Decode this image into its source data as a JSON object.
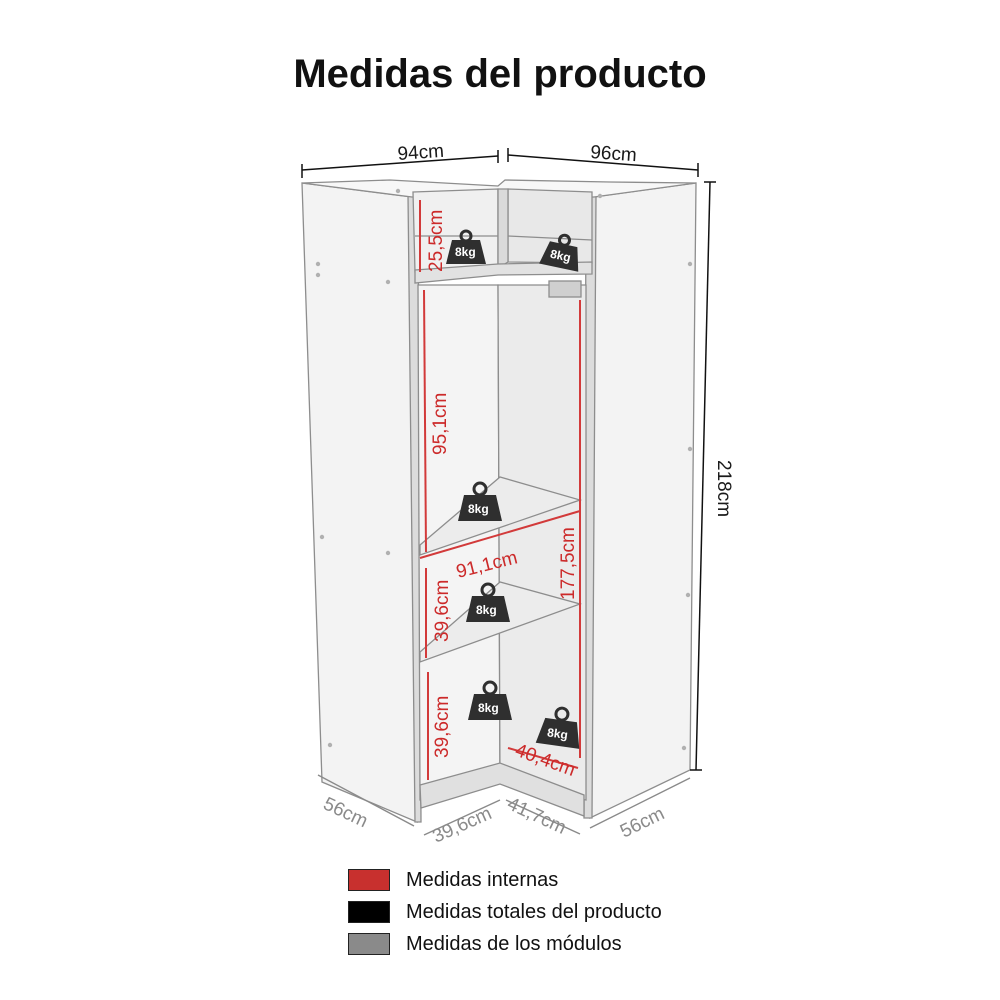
{
  "title": "Medidas del producto",
  "dimensions": {
    "top_left_width": "94cm",
    "top_right_width": "96cm",
    "total_height": "218cm",
    "bottom_left_depth": "56cm",
    "bottom_module_a": "39,6cm",
    "bottom_module_b": "41,7cm",
    "bottom_right_depth": "56cm"
  },
  "internal": {
    "top_left_niche": "25,5cm",
    "hanging_height": "95,1cm",
    "shelf_width": "91,1cm",
    "right_height": "177,5cm",
    "middle_niche": "39,6cm",
    "bottom_niche": "39,6cm",
    "corner_depth": "40,4cm"
  },
  "weight_labels": [
    "8kg",
    "8kg",
    "8kg",
    "8kg",
    "8kg",
    "8kg"
  ],
  "legend": [
    {
      "label": "Medidas internas",
      "color": "#c8302e"
    },
    {
      "label": "Medidas totales del producto",
      "color": "#000000"
    },
    {
      "label": "Medidas de los módulos",
      "color": "#8a8a8a"
    }
  ]
}
